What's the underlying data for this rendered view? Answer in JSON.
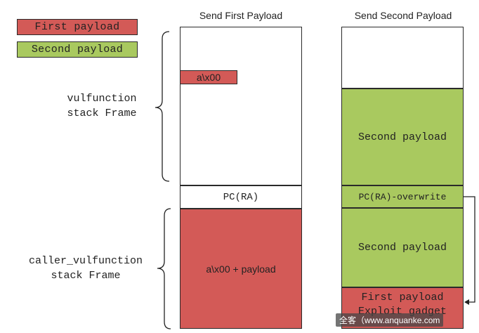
{
  "legend": {
    "first": "First payload",
    "second": "Second payload"
  },
  "columns": {
    "left_title": "Send First Payload",
    "right_title": "Send Second Payload"
  },
  "frames": {
    "vulfunction": "vulfunction\nstack Frame",
    "caller": "caller_vulfunction\nstack Frame"
  },
  "left_stack": {
    "small_marker": "a\\x00",
    "pc": "PC(RA)",
    "payload": "a\\x00 + payload"
  },
  "right_stack": {
    "upper_second": "Second payload",
    "pc_overwrite": "PC(RA)-overwrite",
    "lower_second": "Second payload",
    "first_gadget_line1": "First payload",
    "first_gadget_line2": "Exploit gadget"
  },
  "watermark": "全客（www.anquanke.com",
  "colors": {
    "first_payload": "#d35a57",
    "second_payload": "#a9c95f"
  }
}
